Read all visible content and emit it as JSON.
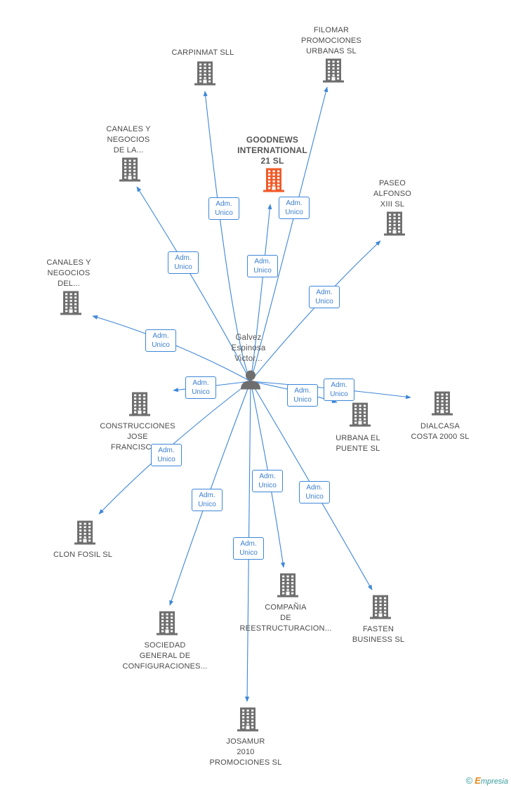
{
  "colors": {
    "edge": "#3d86d8",
    "building": "#6e6e6e",
    "main_building": "#f05a28",
    "person": "#6e6e6e"
  },
  "person": {
    "name": "Galvez\nEspinosa\nVictor...",
    "icon": "person-icon"
  },
  "companies": [
    {
      "id": "carpinmat",
      "name": "CARPINMAT SLL",
      "main": false,
      "icon": "building-icon"
    },
    {
      "id": "filomar",
      "name": "FILOMAR\nPROMOCIONES\nURBANAS SL",
      "main": false,
      "icon": "building-icon"
    },
    {
      "id": "goodnews",
      "name": "GOODNEWS\nINTERNATIONAL\n21 SL",
      "main": true,
      "icon": "building-icon"
    },
    {
      "id": "canales1",
      "name": "CANALES Y\nNEGOCIOS\nDE LA...",
      "main": false,
      "icon": "building-icon"
    },
    {
      "id": "paseo",
      "name": "PASEO\nALFONSO\nXIII SL",
      "main": false,
      "icon": "building-icon"
    },
    {
      "id": "canales2",
      "name": "CANALES Y\nNEGOCIOS\nDEL...",
      "main": false,
      "icon": "building-icon"
    },
    {
      "id": "construcciones",
      "name": "CONSTRUCCIONES\nJOSE\nFRANCISCO...",
      "main": false,
      "icon": "building-icon"
    },
    {
      "id": "urbana",
      "name": "URBANA EL\nPUENTE  SL",
      "main": false,
      "icon": "building-icon"
    },
    {
      "id": "dialcasa",
      "name": "DIALCASA\nCOSTA 2000 SL",
      "main": false,
      "icon": "building-icon"
    },
    {
      "id": "clon",
      "name": "CLON FOSIL SL",
      "main": false,
      "icon": "building-icon"
    },
    {
      "id": "compania",
      "name": "COMPAÑIA\nDE\nREESTRUCTURACION...",
      "main": false,
      "icon": "building-icon"
    },
    {
      "id": "fasten",
      "name": "FASTEN\nBUSINESS SL",
      "main": false,
      "icon": "building-icon"
    },
    {
      "id": "sociedad",
      "name": "SOCIEDAD\nGENERAL DE\nCONFIGURACIONES...",
      "main": false,
      "icon": "building-icon"
    },
    {
      "id": "josamur",
      "name": "JOSAMUR\n2010\nPROMOCIONES SL",
      "main": false,
      "icon": "building-icon"
    }
  ],
  "relations": [
    {
      "to": "carpinmat",
      "label": "Adm.\nUnico"
    },
    {
      "to": "filomar",
      "label": "Adm.\nUnico"
    },
    {
      "to": "goodnews",
      "label": "Adm.\nUnico"
    },
    {
      "to": "canales1",
      "label": "Adm.\nUnico"
    },
    {
      "to": "paseo",
      "label": "Adm.\nUnico"
    },
    {
      "to": "canales2",
      "label": "Adm.\nUnico"
    },
    {
      "to": "construcciones",
      "label": "Adm.\nUnico"
    },
    {
      "to": "urbana",
      "label": "Adm.\nUnico"
    },
    {
      "to": "dialcasa",
      "label": "Adm.\nUnico"
    },
    {
      "to": "clon",
      "label": "Adm.\nUnico"
    },
    {
      "to": "compania",
      "label": "Adm.\nUnico"
    },
    {
      "to": "fasten",
      "label": "Adm.\nUnico"
    },
    {
      "to": "sociedad",
      "label": "Adm.\nUnico"
    },
    {
      "to": "josamur",
      "label": "Adm.\nUnico"
    }
  ],
  "brand": {
    "copyright": "©",
    "first_letter": "E",
    "rest": "mpresia"
  }
}
